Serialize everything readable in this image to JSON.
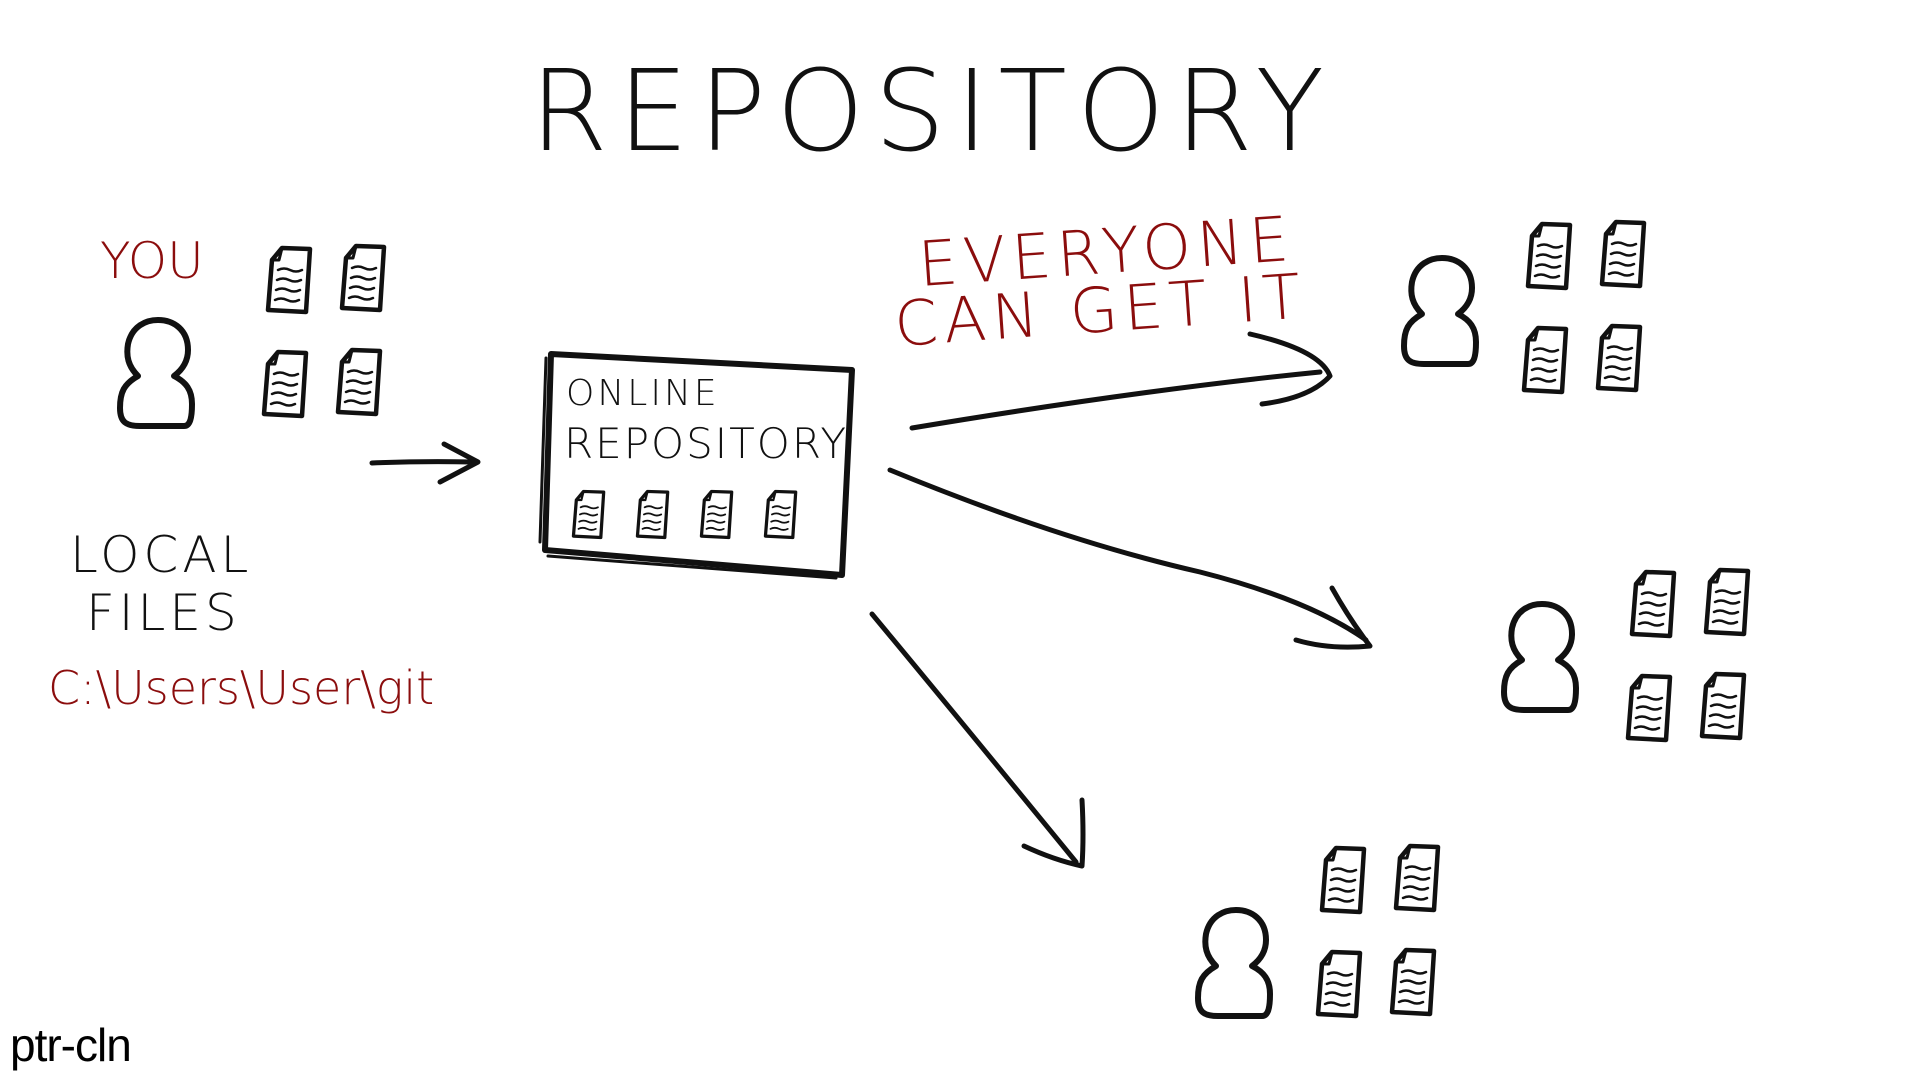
{
  "title": "REPOSITORY",
  "labels": {
    "you": "YOU",
    "local_files_line1": "LOCAL",
    "local_files_line2": "FILES",
    "local_path": "C:\\Users\\User\\git",
    "online_repo_line1": "ONLINE",
    "online_repo_line2": "REPOSITORY",
    "everyone_line1": "EVERYONE",
    "everyone_line2": "CAN GET IT"
  },
  "credit": "ptr-cln",
  "colors": {
    "ink": "#111111",
    "accent": "#8b0d0d",
    "background": "#ffffff"
  },
  "icons": [
    "person-icon",
    "document-icon",
    "arrow-icon"
  ]
}
